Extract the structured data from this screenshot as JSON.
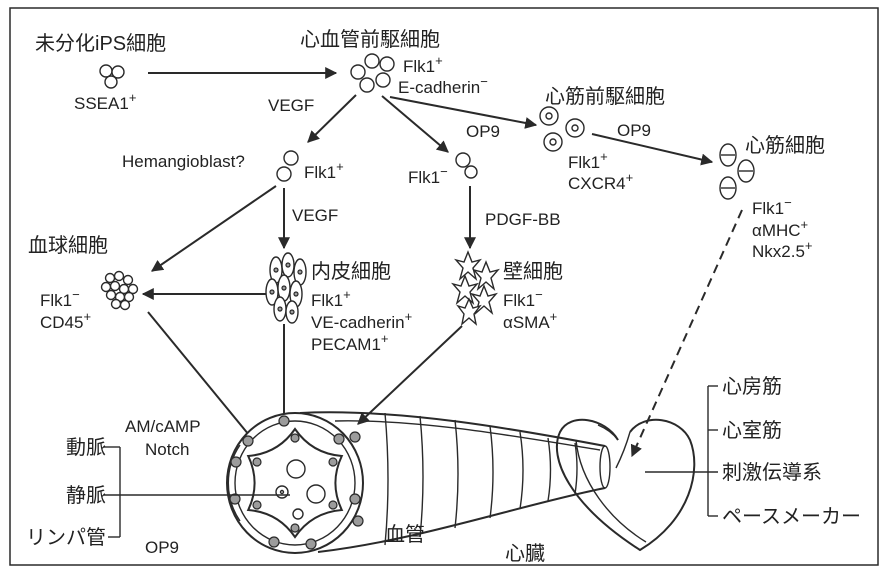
{
  "diagram": {
    "labels": {
      "undiff_ips": "未分化iPS細胞",
      "ips_marker": {
        "base": "SSEA1",
        "sup": "+"
      },
      "cv_progenitor": "心血管前駆細胞",
      "cv_marker1": {
        "base": "Flk1",
        "sup": "+"
      },
      "cv_marker2": {
        "base": "E-cadherin",
        "sup": "−"
      },
      "vegf_1": "VEGF",
      "cm_progenitor": "心筋前駆細胞",
      "op9_1": "OP9",
      "op9_2": "OP9",
      "cardiomyocyte": "心筋細胞",
      "hemangioblast": "Hemangioblast?",
      "hemangio_marker": {
        "base": "Flk1",
        "sup": "+"
      },
      "flk1neg_marker": {
        "base": "Flk1",
        "sup": "−"
      },
      "cmp_marker1": {
        "base": "Flk1",
        "sup": "+"
      },
      "cmp_marker2": {
        "base": "CXCR4",
        "sup": "+"
      },
      "cm_marker1": {
        "base": "Flk1",
        "sup": "−"
      },
      "cm_marker2": {
        "base": "αMHC",
        "sup": "+"
      },
      "cm_marker3": {
        "base": "Nkx2.5",
        "sup": "+"
      },
      "vegf_2": "VEGF",
      "pdgf": "PDGF-BB",
      "blood_cell": "血球細胞",
      "endothelial": "内皮細胞",
      "mural": "壁細胞",
      "blood_marker1": {
        "base": "Flk1",
        "sup": "−"
      },
      "blood_marker2": {
        "base": "CD45",
        "sup": "+"
      },
      "endo_marker1": {
        "base": "Flk1",
        "sup": "+"
      },
      "endo_marker2": {
        "base": "VE-cadherin",
        "sup": "+"
      },
      "endo_marker3": {
        "base": "PECAM1",
        "sup": "+"
      },
      "mural_marker1": {
        "base": "Flk1",
        "sup": "−"
      },
      "mural_marker2": {
        "base": "αSMA",
        "sup": "+"
      },
      "am_camp": "AM/cAMP",
      "artery": "動脈",
      "notch": "Notch",
      "vein": "静脈",
      "lymphatic": "リンパ管",
      "op9_3": "OP9",
      "blood_vessel": "血管",
      "heart": "心臓",
      "atrial": "心房筋",
      "ventricular": "心室筋",
      "conduction": "刺激伝導系",
      "pacemaker": "ペースメーカー"
    }
  }
}
